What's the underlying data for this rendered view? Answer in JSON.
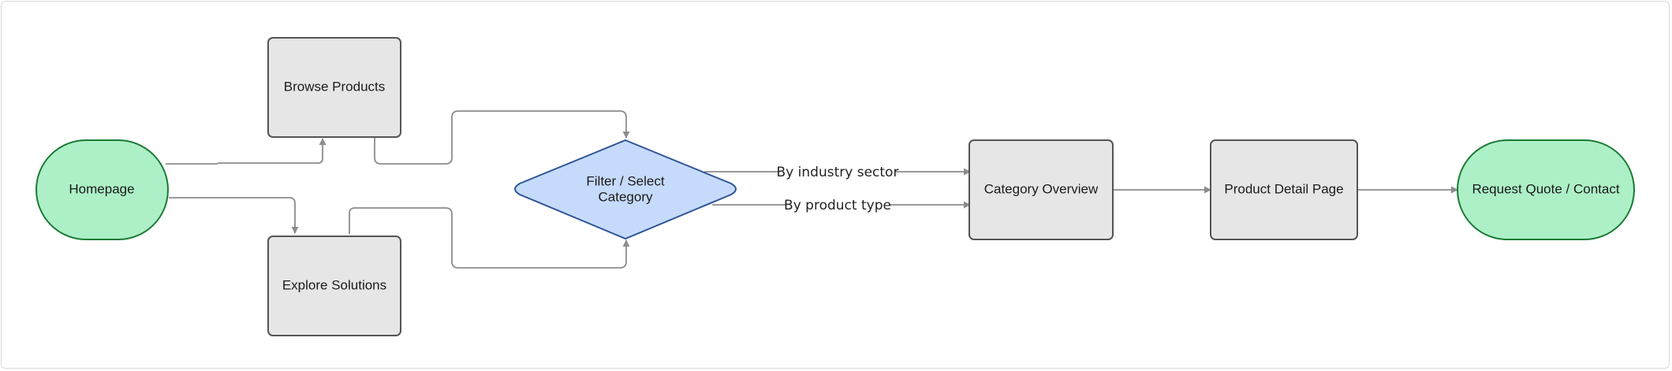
{
  "colors": {
    "terminal_fill": "#adf0c7",
    "terminal_stroke": "#1b7a35",
    "process_fill": "#e6e6e6",
    "process_stroke": "#555555",
    "decision_fill": "#c6dbfb",
    "decision_stroke": "#2f5597",
    "edge": "#8c8c8c"
  },
  "nodes": {
    "homepage": {
      "label": "Homepage",
      "shape": "terminal"
    },
    "browse_products": {
      "label": "Browse Products",
      "shape": "process"
    },
    "explore_solutions": {
      "label": "Explore Solutions",
      "shape": "process"
    },
    "filter_category": {
      "label_line1": "Filter / Select",
      "label_line2": "Category",
      "shape": "decision"
    },
    "category_overview": {
      "label": "Category Overview",
      "shape": "process"
    },
    "product_detail": {
      "label": "Product Detail Page",
      "shape": "process"
    },
    "request_quote": {
      "label": "Request Quote / Contact",
      "shape": "terminal"
    }
  },
  "edges": {
    "by_industry": {
      "label": "By industry sector"
    },
    "by_product_type": {
      "label": "By product type"
    }
  }
}
